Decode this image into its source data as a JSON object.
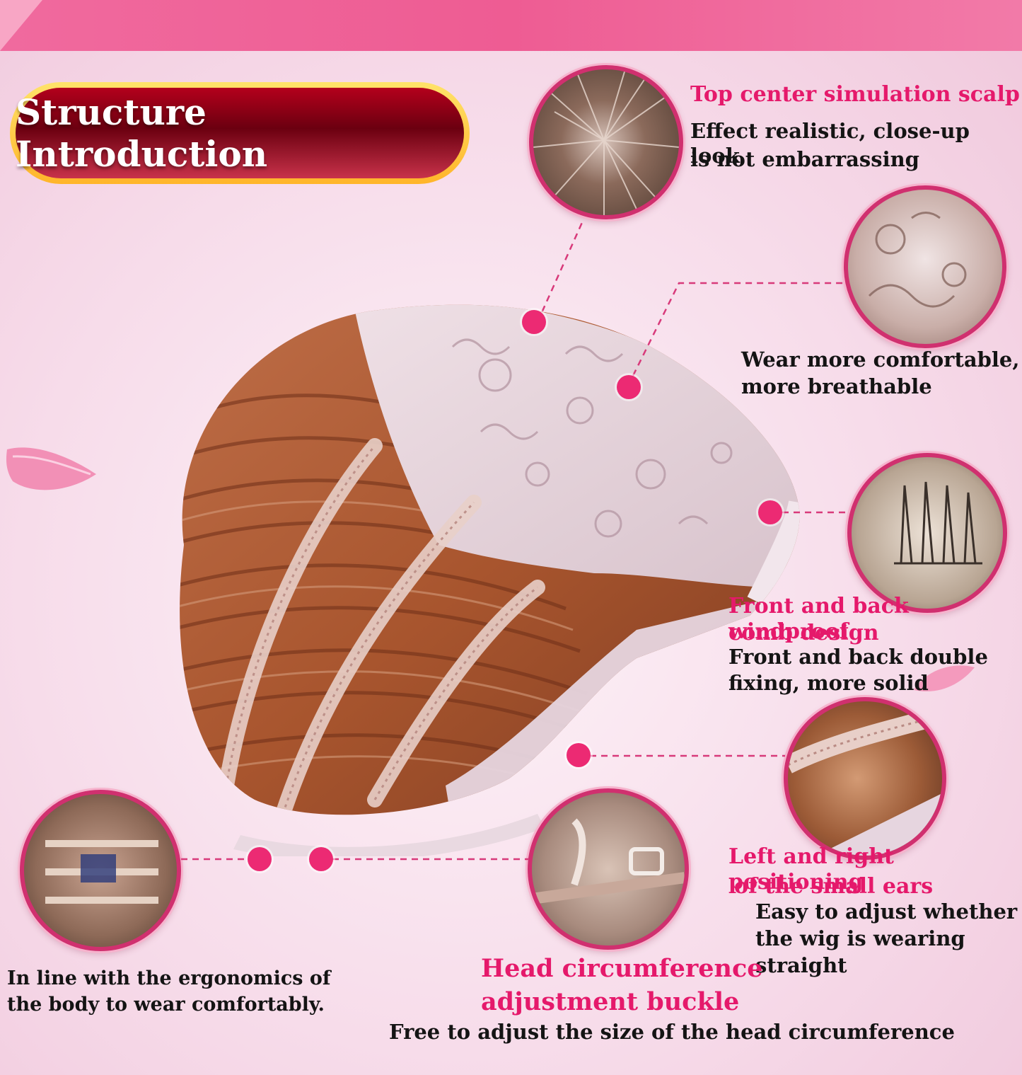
{
  "banner": {
    "title": "Structure Introduction"
  },
  "features": {
    "scalp": {
      "title": "Top center simulation scalp",
      "line1": "Effect realistic, close-up look",
      "line2": "is not embarrassing"
    },
    "breathable": {
      "line1": "Wear more comfortable,",
      "line2": "more breathable"
    },
    "comb": {
      "title1": "Front and back windproof",
      "title2": "comb design",
      "line1": "Front and back double",
      "line2": "fixing, more solid"
    },
    "ears": {
      "title1": "Left and right positioning",
      "title2": "of the small ears",
      "line1": "Easy to adjust whether",
      "line2": "the wig is wearing",
      "line3": "straight"
    },
    "buckle": {
      "title1": "Head circumference",
      "title2": "adjustment buckle",
      "line1": "Free to adjust the size of the head circumference"
    },
    "ergonomic": {
      "line1": "In line with the ergonomics of",
      "line2": "the body to wear comfortably."
    }
  },
  "colors": {
    "accent": "#e5196b",
    "dot": "#ec2a73",
    "banner_red": "#8a0014",
    "banner_gold": "#ffc83a",
    "top_band": "#ee5c93"
  }
}
